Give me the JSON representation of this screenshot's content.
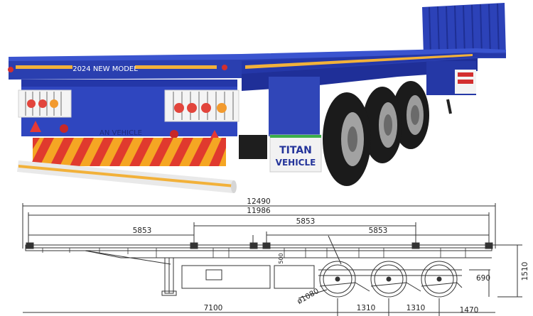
{
  "photo": {
    "deck_text": "2024 NEW MODEL",
    "bumper_text": "AN VEHICLE",
    "mudflap_line1": "TITAN",
    "mudflap_line2": "VEHICLE"
  },
  "drawing": {
    "dim_overall": "12490",
    "dim_deck": "11986",
    "dim_left_span": "5853",
    "dim_mid_span": "5853",
    "dim_right_span": "5853",
    "dim_king_pin_to_axle": "7100",
    "dim_axle_spacing_1": "1310",
    "dim_axle_spacing_2": "1310",
    "dim_rear_overhang": "1470",
    "dim_height": "1510",
    "dim_rear_height": "690",
    "dim_wheel_diameter": "ø1080",
    "dim_small_500": "500"
  },
  "colors": {
    "frame_blue": "#2a3fb0",
    "frame_dark": "#1c2b86",
    "stripe_yellow": "#f2b13a",
    "tire_black": "#1b1b1b",
    "line_gray": "#333333"
  }
}
